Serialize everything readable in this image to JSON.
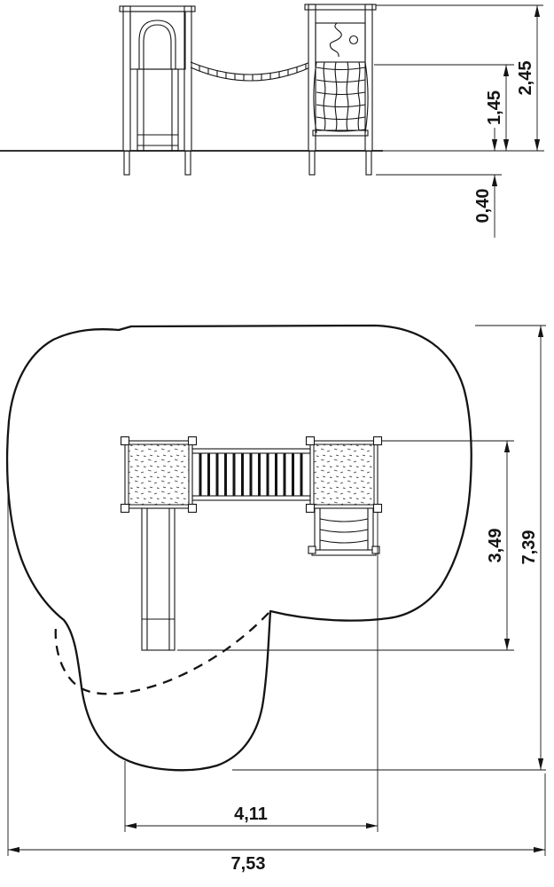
{
  "colors": {
    "ink": "#141414",
    "background": "#ffffff"
  },
  "elevation": {
    "dims": {
      "d245": "2,45",
      "d145": "1,45",
      "d040": "0,40"
    }
  },
  "plan": {
    "dims": {
      "d739": "7,39",
      "d349": "3,49",
      "d411": "4,11",
      "d753": "7,53"
    }
  }
}
